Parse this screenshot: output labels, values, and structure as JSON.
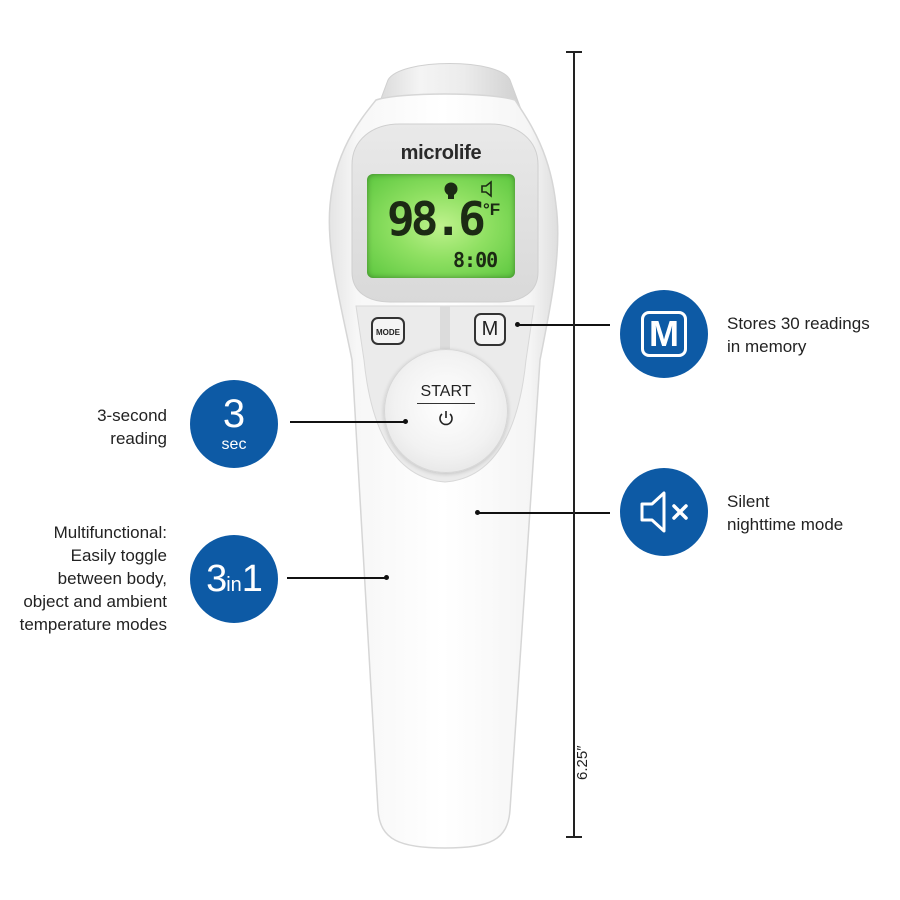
{
  "device": {
    "brand": "microlife",
    "display": {
      "temperature": "98.6",
      "unit": "°F",
      "time": "8:00"
    },
    "mode_button": "MODE",
    "memory_button": "M",
    "start_button": "START"
  },
  "callouts": {
    "reading": {
      "badge_number": "3",
      "badge_unit": "sec",
      "text_line1": "3-second",
      "text_line2": "reading"
    },
    "multifunction": {
      "badge_main": "3",
      "badge_small": "in",
      "badge_end": "1",
      "lines": [
        "Multifunctional:",
        "Easily toggle",
        "between body,",
        "object and ambient",
        "temperature modes"
      ]
    },
    "memory": {
      "badge_letter": "M",
      "text_line1": "Stores 30 readings",
      "text_line2": "in memory"
    },
    "silent": {
      "icon": "speaker-mute-icon",
      "text_line1": "Silent",
      "text_line2": "nighttime mode"
    }
  },
  "dimension": {
    "height_label": "6.25″"
  },
  "colors": {
    "badge_blue": "#0d5aa5",
    "lcd_green": "#8fe062"
  }
}
